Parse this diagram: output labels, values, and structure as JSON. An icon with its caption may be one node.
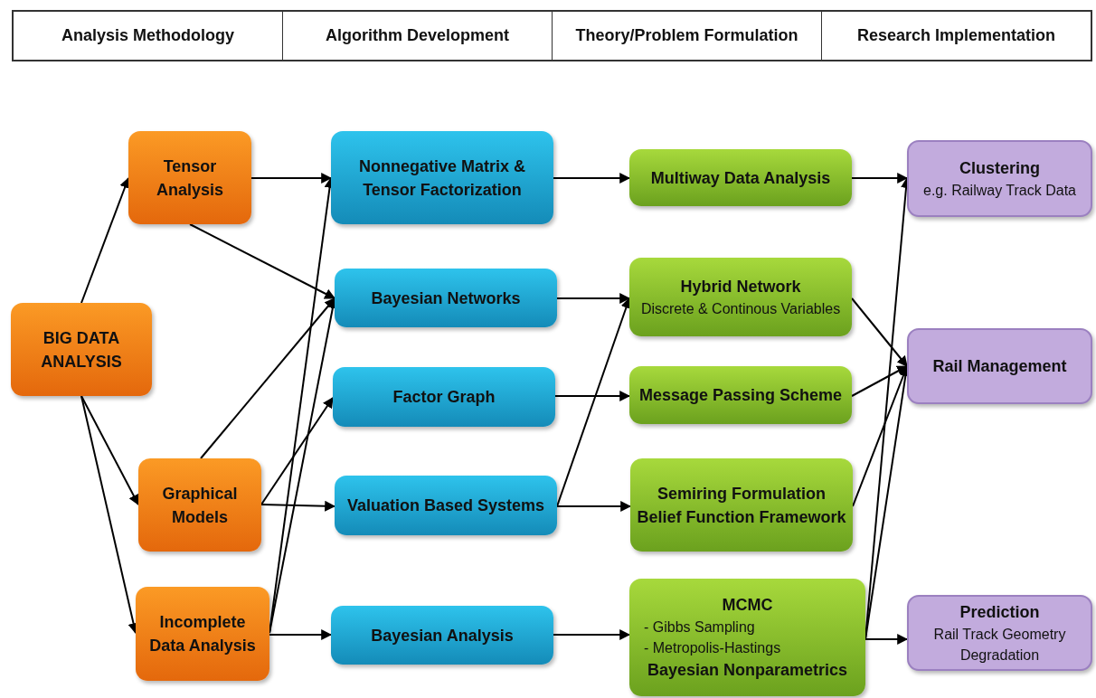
{
  "diagram": {
    "nodes": [
      {
        "text": [
          "BIG DATA ANALYSIS"
        ]
      },
      {
        "text": [
          "Tensor Analysis"
        ]
      },
      {
        "text": [
          "Graphical Models"
        ]
      },
      {
        "text": [
          "Incomplete Data Analysis"
        ]
      },
      {
        "text": [
          "Nonnegative Matrix & Tensor Factorization"
        ]
      },
      {
        "text": [
          "Bayesian Networks"
        ]
      },
      {
        "text": [
          "Factor Graph"
        ]
      },
      {
        "text": [
          "Valuation Based Systems"
        ]
      },
      {
        "text": [
          "Bayesian Analysis"
        ]
      },
      {
        "text": [
          "Multiway Data Analysis"
        ]
      },
      {
        "text": [
          "Hybrid Network",
          "Discrete & Continous Variables"
        ]
      },
      {
        "text": [
          "Message Passing Scheme"
        ]
      },
      {
        "text": [
          "Semiring Formulation Belief Function Framework"
        ]
      },
      {
        "text": [
          "MCMC",
          "- Gibbs Sampling",
          "- Metropolis-Hastings",
          "Bayesian Nonparametrics"
        ]
      },
      {
        "text": [
          "Clustering",
          "e.g. Railway Track Data"
        ]
      },
      {
        "text": [
          "Rail Management"
        ]
      },
      {
        "text": [
          "Prediction",
          "Rail Track Geometry Degradation"
        ]
      }
    ],
    "edges": [
      {
        "from": 0,
        "to": 1,
        "arrow": "to"
      },
      {
        "from": 0,
        "to": 2,
        "arrow": "to"
      },
      {
        "from": 0,
        "to": 3,
        "arrow": "to"
      },
      {
        "from": 1,
        "to": 4,
        "arrow": "to"
      },
      {
        "from": 1,
        "to": 5,
        "arrow": "to"
      },
      {
        "from": 2,
        "to": 5,
        "arrow": "to"
      },
      {
        "from": 2,
        "to": 6,
        "arrow": "to"
      },
      {
        "from": 2,
        "to": 7,
        "arrow": "to"
      },
      {
        "from": 3,
        "to": 4,
        "arrow": "to"
      },
      {
        "from": 3,
        "to": 5,
        "arrow": "to"
      },
      {
        "from": 3,
        "to": 8,
        "arrow": "to"
      },
      {
        "from": 4,
        "to": 9,
        "arrow": "to"
      },
      {
        "from": 5,
        "to": 10,
        "arrow": "to"
      },
      {
        "from": 6,
        "to": 11,
        "arrow": "to"
      },
      {
        "from": 7,
        "to": 10,
        "arrow": "to"
      },
      {
        "from": 7,
        "to": 12,
        "arrow": "to"
      },
      {
        "from": 8,
        "to": 13,
        "arrow": "to"
      },
      {
        "from": 9,
        "to": 14,
        "arrow": "to"
      },
      {
        "from": 10,
        "to": 15,
        "arrow": "to"
      },
      {
        "from": 11,
        "to": 15,
        "arrow": "to"
      },
      {
        "from": 12,
        "to": 15,
        "arrow": "to"
      },
      {
        "from": 13,
        "to": 14,
        "arrow": "to"
      },
      {
        "from": 13,
        "to": 15,
        "arrow": "to"
      },
      {
        "from": 13,
        "to": 16,
        "arrow": "to"
      }
    ],
    "labels": [
      "Analysis Methodology",
      "Algorithm Development",
      "Theory/Problem Formulation",
      "Research Implementation"
    ]
  }
}
